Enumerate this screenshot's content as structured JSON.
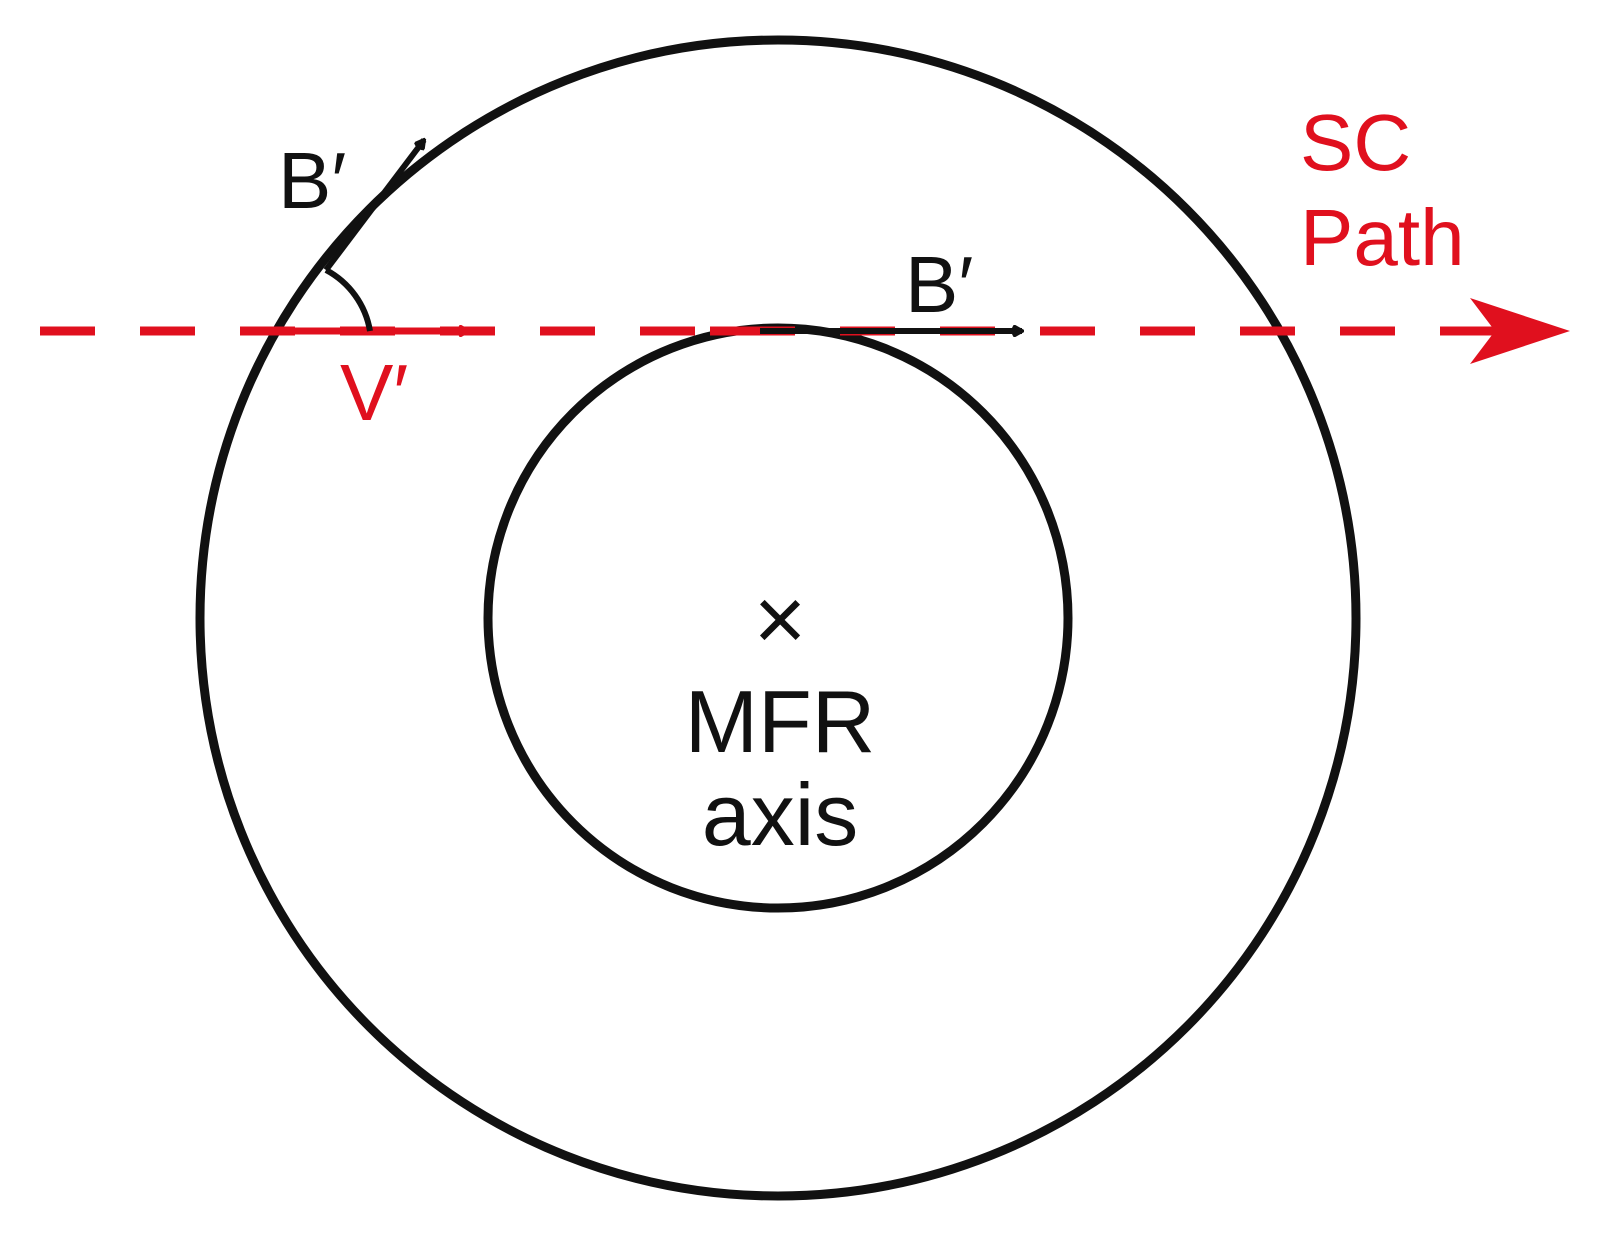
{
  "colors": {
    "ink": "#111111",
    "path": "#e0101e"
  },
  "labels": {
    "sc_path_line1": "SC",
    "sc_path_line2": "Path",
    "b_prime_outer": "B′",
    "b_prime_inner": "B′",
    "v_prime": "V′",
    "axis_marker": "×",
    "axis_line1": "MFR",
    "axis_line2": "axis"
  }
}
